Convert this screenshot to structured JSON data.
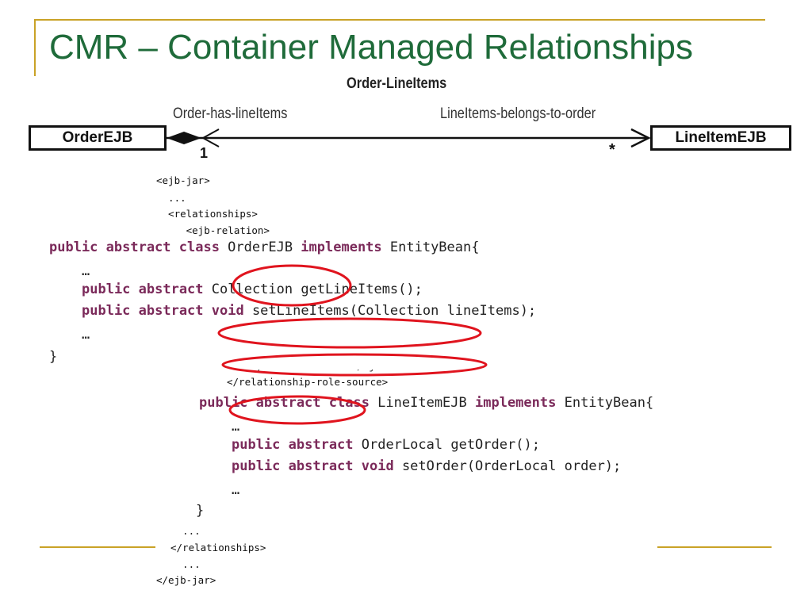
{
  "slide": {
    "title": "CMR – Container Managed Relationships"
  },
  "diagram": {
    "relationship_name": "Order-LineItems",
    "left_role": "Order-has-lineItems",
    "right_role": "LineItems-belongs-to-order",
    "left_entity": "OrderEJB",
    "right_entity": "LineItemEJB",
    "left_multiplicity": "1",
    "right_multiplicity": "*"
  },
  "xml": {
    "line1": "<ejb-jar>",
    "line2": "  ...",
    "line3": "  <relationships>",
    "line4": "     <ejb-relation>",
    "line_partial1": "      <ejb-name>OrderEJB</ejb-name>",
    "line_source_end": "</relationship-role-source>",
    "line_end1": "  ...",
    "line_end2": "</relationships>",
    "line_end3": "  ...",
    "line_end4": "</ejb-jar>"
  },
  "order_code": {
    "l1_kw": "public abstract class",
    "l1_name": " OrderEJB ",
    "l1_kw2": "implements",
    "l1_rest": " EntityBean{",
    "l2": "    …",
    "l3_kw": "public abstract",
    "l3_rest": " Collection getLineItems();",
    "l4_kw": "public abstract void",
    "l4_rest": " setLineItems(Collection lineItems);",
    "l5": "    …",
    "l6": "}"
  },
  "lineitem_code": {
    "l1_kw": "public abstract class",
    "l1_name": " LineItemEJB ",
    "l1_kw2": "implements",
    "l1_rest": " EntityBean{",
    "l2": "    …",
    "l3_kw": "public abstract",
    "l3_rest": " OrderLocal getOrder();",
    "l4_kw": "public abstract void",
    "l4_rest": " setOrder(OrderLocal order);",
    "l5": "    …",
    "l6": "}"
  },
  "colors": {
    "title": "#1F6B3A",
    "accent_line": "#C9A227",
    "keyword": "#7B2A5A",
    "highlight": "#E0141E"
  }
}
